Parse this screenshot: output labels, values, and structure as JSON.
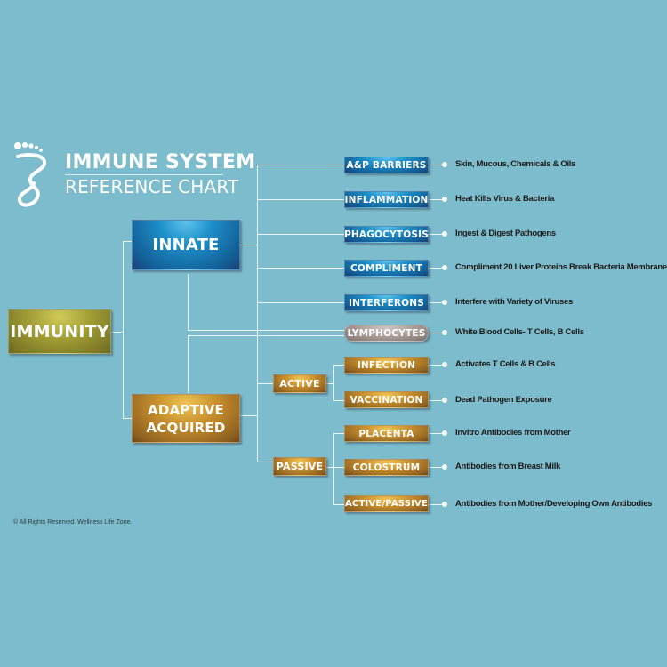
{
  "title": {
    "line1": "IMMUNE SYSTEM",
    "line2": "REFERENCE CHART",
    "logo_icon": "foot-logo-icon"
  },
  "colors": {
    "background": "#7dbccc",
    "innate_blue": "#1d8fc9",
    "adaptive_gold": "#c8902e",
    "immunity_olive": "#a09c34",
    "lymphocytes_grey": "#a79c98",
    "connector": "#e8f4f6"
  },
  "nodes": {
    "root": "IMMUNITY",
    "innate": "INNATE",
    "adaptive_line1": "ADAPTIVE",
    "adaptive_line2": "ACQUIRED",
    "active": "ACTIVE",
    "passive": "PASSIVE"
  },
  "innate_items": [
    {
      "label": "A&P BARRIERS",
      "description": "Skin, Mucous, Chemicals & Oils"
    },
    {
      "label": "INFLAMMATION",
      "description": "Heat Kills Virus & Bacteria"
    },
    {
      "label": "PHAGOCYTOSIS",
      "description": "Ingest & Digest Pathogens"
    },
    {
      "label": "COMPLIMENT",
      "description": "Compliment 20 Liver Proteins Break Bacteria Membrane"
    },
    {
      "label": "INTERFERONS",
      "description": "Interfere with Variety of  Viruses"
    }
  ],
  "shared_item": {
    "label": "LYMPHOCYTES",
    "description": "White Blood Cells- T Cells, B Cells"
  },
  "active_items": [
    {
      "label": "INFECTION",
      "description": "Activates T Cells & B Cells"
    },
    {
      "label": "VACCINATION",
      "description": "Dead Pathogen Exposure"
    }
  ],
  "passive_items": [
    {
      "label": "PLACENTA",
      "description": "Invitro Antibodies from Mother"
    },
    {
      "label": "COLOSTRUM",
      "description": "Antibodies from Breast Milk"
    },
    {
      "label": "ACTIVE/PASSIVE",
      "description": "Antibodies from Mother/Developing Own Antibodies"
    }
  ],
  "footer": "© All Rights Reserved. Wellness Life Zone."
}
